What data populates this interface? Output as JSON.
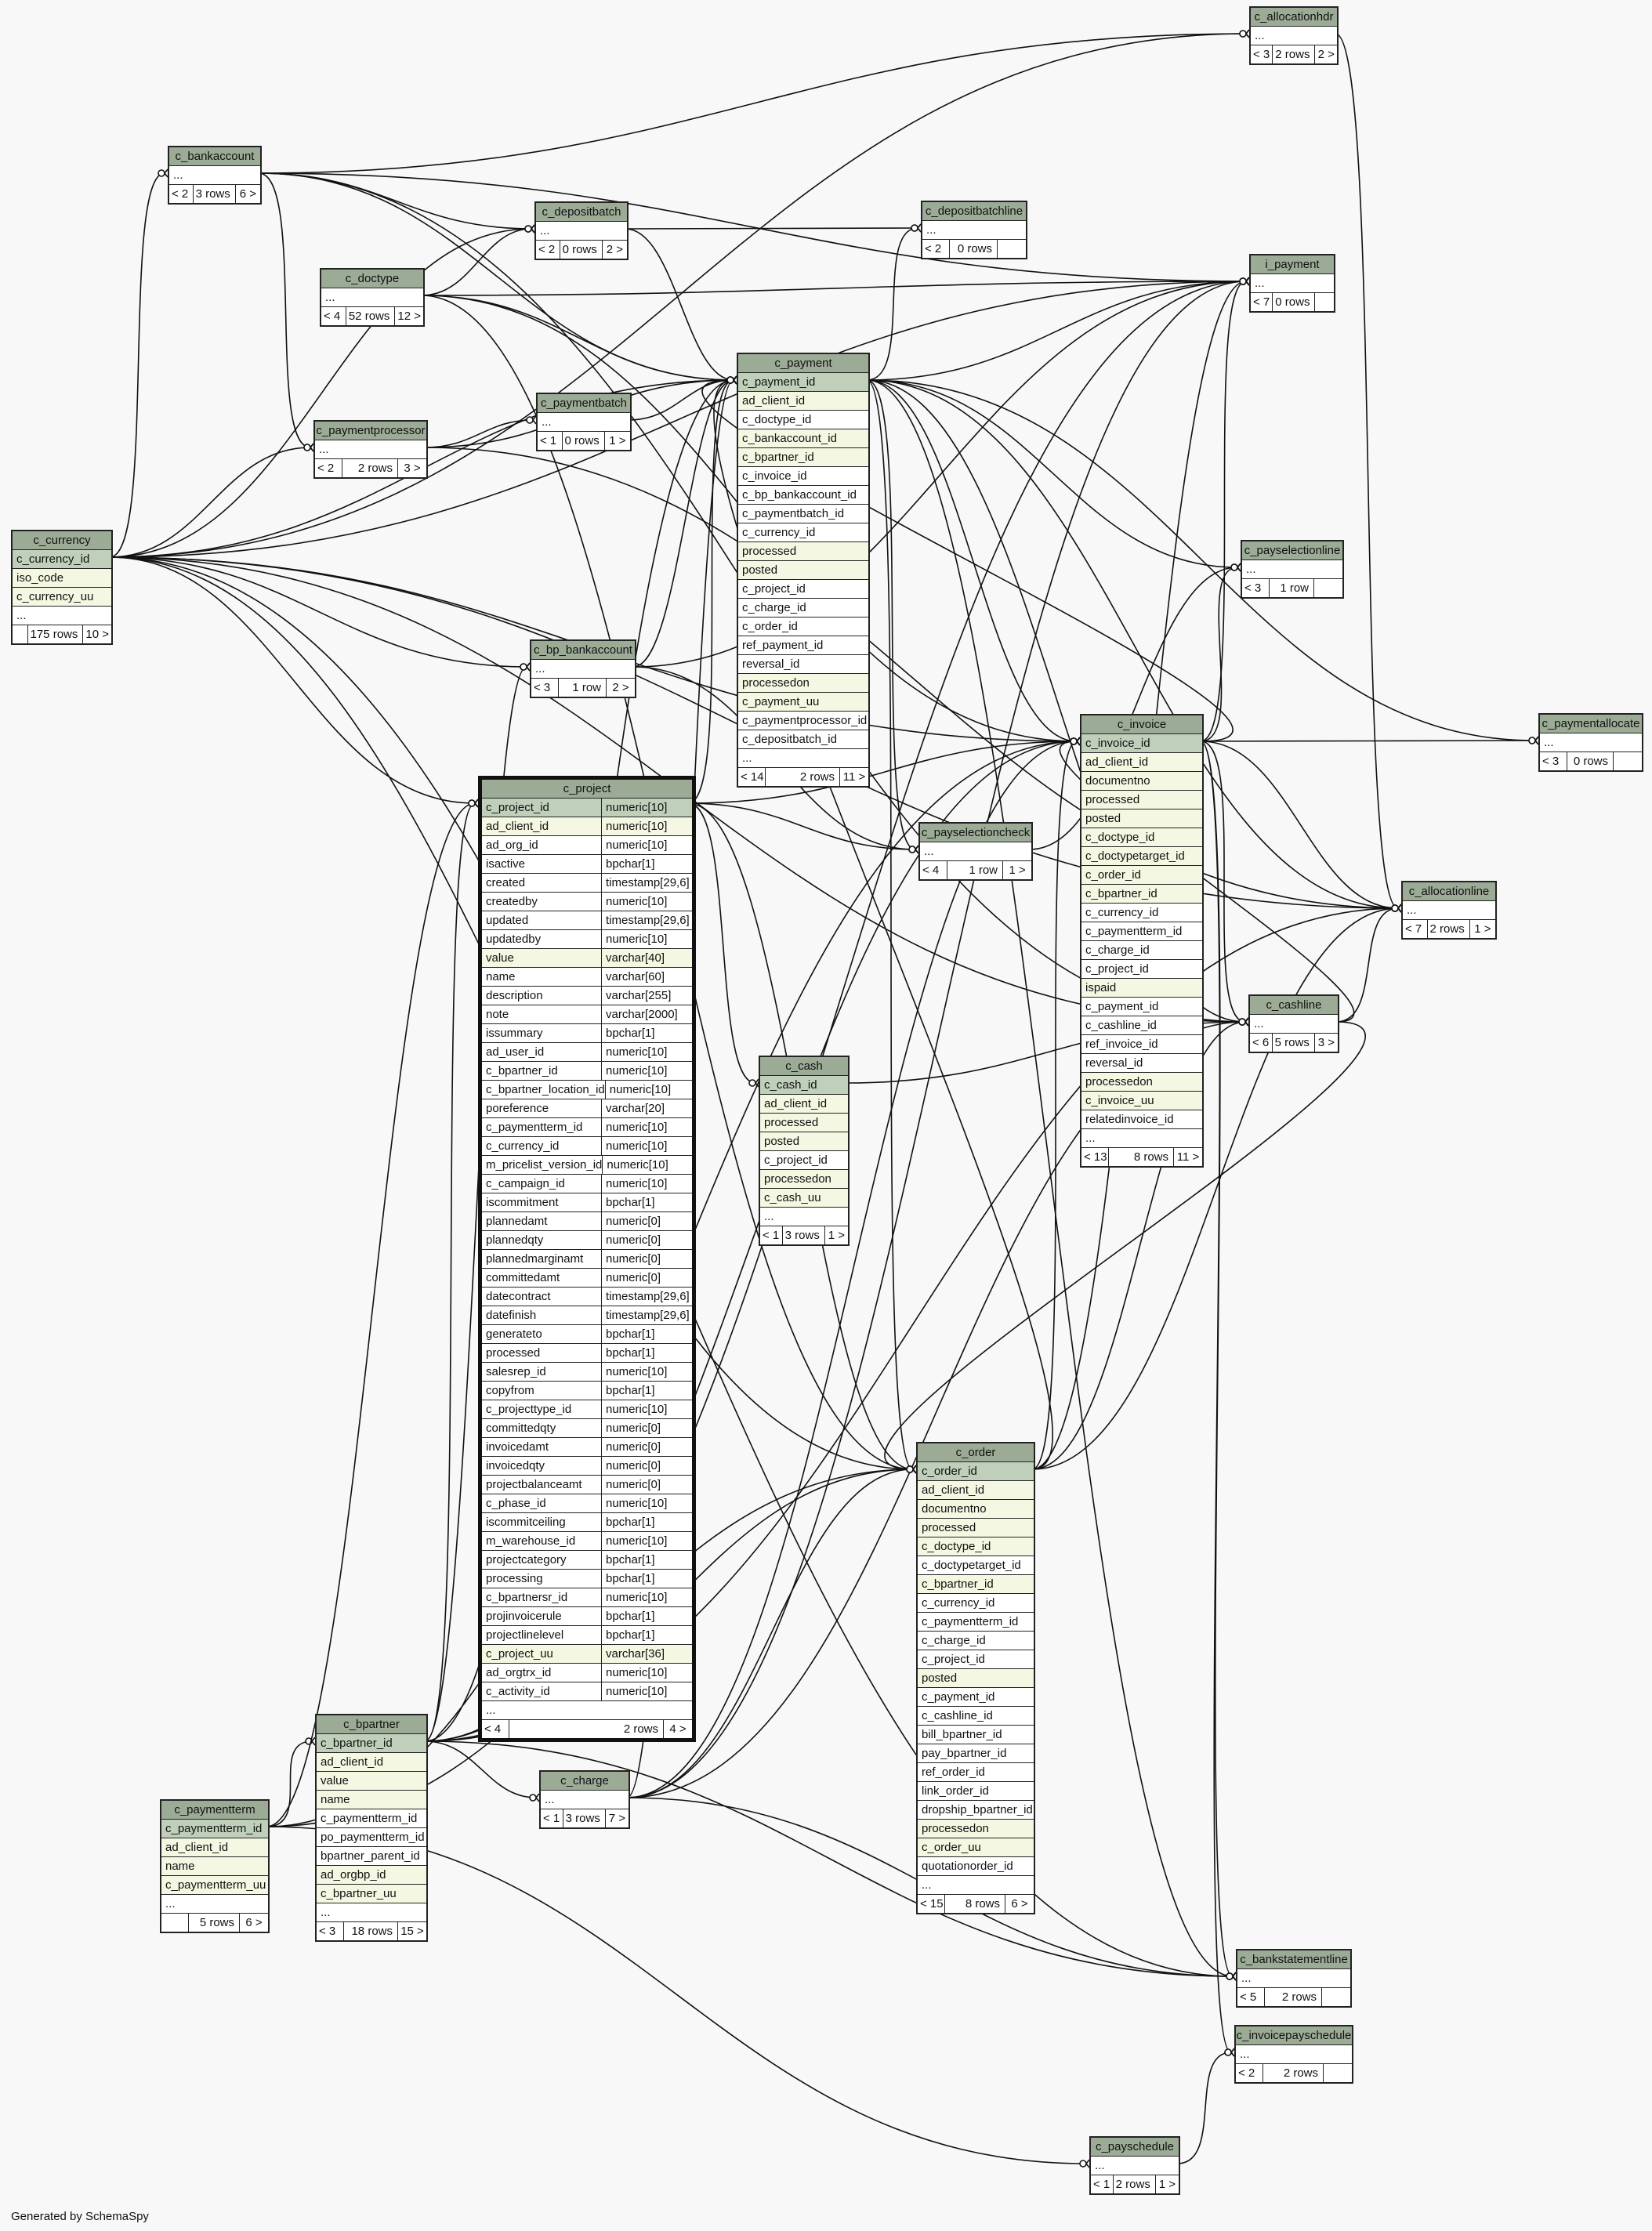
{
  "footer": "Generated by SchemaSpy",
  "tables": [
    {
      "id": "c_allocationhdr",
      "name": "c_allocationhdr",
      "columns": [],
      "footer": [
        "< 3",
        "2 rows",
        "2 >"
      ]
    },
    {
      "id": "c_bankaccount",
      "name": "c_bankaccount",
      "columns": [],
      "footer": [
        "< 2",
        "3 rows",
        "6 >"
      ]
    },
    {
      "id": "c_depositbatch",
      "name": "c_depositbatch",
      "columns": [],
      "footer": [
        "< 2",
        "0 rows",
        "2 >"
      ]
    },
    {
      "id": "c_depositbatchline",
      "name": "c_depositbatchline",
      "columns": [],
      "footer": [
        "< 2",
        "0 rows",
        ""
      ]
    },
    {
      "id": "i_payment",
      "name": "i_payment",
      "columns": [],
      "footer": [
        "< 7",
        "0 rows",
        ""
      ]
    },
    {
      "id": "c_doctype",
      "name": "c_doctype",
      "columns": [],
      "footer": [
        "< 4",
        "52 rows",
        "12 >"
      ]
    },
    {
      "id": "c_payment",
      "name": "c_payment",
      "columns": [
        {
          "name": "c_payment_id",
          "kind": "pk"
        },
        {
          "name": "ad_client_id",
          "kind": "idx"
        },
        {
          "name": "c_doctype_id",
          "kind": "plain"
        },
        {
          "name": "c_bankaccount_id",
          "kind": "idx"
        },
        {
          "name": "c_bpartner_id",
          "kind": "idx"
        },
        {
          "name": "c_invoice_id",
          "kind": "plain"
        },
        {
          "name": "c_bp_bankaccount_id",
          "kind": "plain"
        },
        {
          "name": "c_paymentbatch_id",
          "kind": "plain"
        },
        {
          "name": "c_currency_id",
          "kind": "plain"
        },
        {
          "name": "processed",
          "kind": "idx"
        },
        {
          "name": "posted",
          "kind": "idx"
        },
        {
          "name": "c_project_id",
          "kind": "plain"
        },
        {
          "name": "c_charge_id",
          "kind": "plain"
        },
        {
          "name": "c_order_id",
          "kind": "plain"
        },
        {
          "name": "ref_payment_id",
          "kind": "plain"
        },
        {
          "name": "reversal_id",
          "kind": "plain"
        },
        {
          "name": "processedon",
          "kind": "idx"
        },
        {
          "name": "c_payment_uu",
          "kind": "idx"
        },
        {
          "name": "c_paymentprocessor_id",
          "kind": "plain"
        },
        {
          "name": "c_depositbatch_id",
          "kind": "plain"
        }
      ],
      "footer": [
        "< 14",
        "2 rows",
        "11 >"
      ]
    },
    {
      "id": "c_paymentbatch",
      "name": "c_paymentbatch",
      "columns": [],
      "footer": [
        "< 1",
        "0 rows",
        "1 >"
      ]
    },
    {
      "id": "c_paymentprocessor",
      "name": "c_paymentprocessor",
      "columns": [],
      "footer": [
        "< 2",
        "2 rows",
        "3 >"
      ]
    },
    {
      "id": "c_currency",
      "name": "c_currency",
      "columns": [
        {
          "name": "c_currency_id",
          "kind": "pk"
        },
        {
          "name": "iso_code",
          "kind": "idx"
        },
        {
          "name": "c_currency_uu",
          "kind": "idx"
        }
      ],
      "footer": [
        "",
        "175 rows",
        "10 >"
      ]
    },
    {
      "id": "c_payselectionline",
      "name": "c_payselectionline",
      "columns": [],
      "footer": [
        "< 3",
        "1 row",
        ""
      ]
    },
    {
      "id": "c_paymentallocate",
      "name": "c_paymentallocate",
      "columns": [],
      "footer": [
        "< 3",
        "0 rows",
        ""
      ]
    },
    {
      "id": "c_bp_bankaccount",
      "name": "c_bp_bankaccount",
      "columns": [],
      "footer": [
        "< 3",
        "1 row",
        "2 >"
      ]
    },
    {
      "id": "c_invoice",
      "name": "c_invoice",
      "columns": [
        {
          "name": "c_invoice_id",
          "kind": "pk"
        },
        {
          "name": "ad_client_id",
          "kind": "idx"
        },
        {
          "name": "documentno",
          "kind": "idx"
        },
        {
          "name": "processed",
          "kind": "idx"
        },
        {
          "name": "posted",
          "kind": "idx"
        },
        {
          "name": "c_doctype_id",
          "kind": "idx"
        },
        {
          "name": "c_doctypetarget_id",
          "kind": "idx"
        },
        {
          "name": "c_order_id",
          "kind": "idx"
        },
        {
          "name": "c_bpartner_id",
          "kind": "idx"
        },
        {
          "name": "c_currency_id",
          "kind": "plain"
        },
        {
          "name": "c_paymentterm_id",
          "kind": "plain"
        },
        {
          "name": "c_charge_id",
          "kind": "plain"
        },
        {
          "name": "c_project_id",
          "kind": "plain"
        },
        {
          "name": "ispaid",
          "kind": "idx"
        },
        {
          "name": "c_payment_id",
          "kind": "plain"
        },
        {
          "name": "c_cashline_id",
          "kind": "plain"
        },
        {
          "name": "ref_invoice_id",
          "kind": "plain"
        },
        {
          "name": "reversal_id",
          "kind": "plain"
        },
        {
          "name": "processedon",
          "kind": "idx"
        },
        {
          "name": "c_invoice_uu",
          "kind": "idx"
        },
        {
          "name": "relatedinvoice_id",
          "kind": "plain"
        }
      ],
      "footer": [
        "< 13",
        "8 rows",
        "11 >"
      ]
    },
    {
      "id": "c_project",
      "name": "c_project",
      "columns": [
        {
          "name": "c_project_id",
          "type": "numeric[10]",
          "kind": "pk"
        },
        {
          "name": "ad_client_id",
          "type": "numeric[10]",
          "kind": "idx"
        },
        {
          "name": "ad_org_id",
          "type": "numeric[10]",
          "kind": "plain"
        },
        {
          "name": "isactive",
          "type": "bpchar[1]",
          "kind": "plain"
        },
        {
          "name": "created",
          "type": "timestamp[29,6]",
          "kind": "plain"
        },
        {
          "name": "createdby",
          "type": "numeric[10]",
          "kind": "plain"
        },
        {
          "name": "updated",
          "type": "timestamp[29,6]",
          "kind": "plain"
        },
        {
          "name": "updatedby",
          "type": "numeric[10]",
          "kind": "plain"
        },
        {
          "name": "value",
          "type": "varchar[40]",
          "kind": "idx"
        },
        {
          "name": "name",
          "type": "varchar[60]",
          "kind": "plain"
        },
        {
          "name": "description",
          "type": "varchar[255]",
          "kind": "plain"
        },
        {
          "name": "note",
          "type": "varchar[2000]",
          "kind": "plain"
        },
        {
          "name": "issummary",
          "type": "bpchar[1]",
          "kind": "plain"
        },
        {
          "name": "ad_user_id",
          "type": "numeric[10]",
          "kind": "plain"
        },
        {
          "name": "c_bpartner_id",
          "type": "numeric[10]",
          "kind": "plain"
        },
        {
          "name": "c_bpartner_location_id",
          "type": "numeric[10]",
          "kind": "plain"
        },
        {
          "name": "poreference",
          "type": "varchar[20]",
          "kind": "plain"
        },
        {
          "name": "c_paymentterm_id",
          "type": "numeric[10]",
          "kind": "plain"
        },
        {
          "name": "c_currency_id",
          "type": "numeric[10]",
          "kind": "plain"
        },
        {
          "name": "m_pricelist_version_id",
          "type": "numeric[10]",
          "kind": "plain"
        },
        {
          "name": "c_campaign_id",
          "type": "numeric[10]",
          "kind": "plain"
        },
        {
          "name": "iscommitment",
          "type": "bpchar[1]",
          "kind": "plain"
        },
        {
          "name": "plannedamt",
          "type": "numeric[0]",
          "kind": "plain"
        },
        {
          "name": "plannedqty",
          "type": "numeric[0]",
          "kind": "plain"
        },
        {
          "name": "plannedmarginamt",
          "type": "numeric[0]",
          "kind": "plain"
        },
        {
          "name": "committedamt",
          "type": "numeric[0]",
          "kind": "plain"
        },
        {
          "name": "datecontract",
          "type": "timestamp[29,6]",
          "kind": "plain"
        },
        {
          "name": "datefinish",
          "type": "timestamp[29,6]",
          "kind": "plain"
        },
        {
          "name": "generateto",
          "type": "bpchar[1]",
          "kind": "plain"
        },
        {
          "name": "processed",
          "type": "bpchar[1]",
          "kind": "plain"
        },
        {
          "name": "salesrep_id",
          "type": "numeric[10]",
          "kind": "plain"
        },
        {
          "name": "copyfrom",
          "type": "bpchar[1]",
          "kind": "plain"
        },
        {
          "name": "c_projecttype_id",
          "type": "numeric[10]",
          "kind": "plain"
        },
        {
          "name": "committedqty",
          "type": "numeric[0]",
          "kind": "plain"
        },
        {
          "name": "invoicedamt",
          "type": "numeric[0]",
          "kind": "plain"
        },
        {
          "name": "invoicedqty",
          "type": "numeric[0]",
          "kind": "plain"
        },
        {
          "name": "projectbalanceamt",
          "type": "numeric[0]",
          "kind": "plain"
        },
        {
          "name": "c_phase_id",
          "type": "numeric[10]",
          "kind": "plain"
        },
        {
          "name": "iscommitceiling",
          "type": "bpchar[1]",
          "kind": "plain"
        },
        {
          "name": "m_warehouse_id",
          "type": "numeric[10]",
          "kind": "plain"
        },
        {
          "name": "projectcategory",
          "type": "bpchar[1]",
          "kind": "plain"
        },
        {
          "name": "processing",
          "type": "bpchar[1]",
          "kind": "plain"
        },
        {
          "name": "c_bpartnersr_id",
          "type": "numeric[10]",
          "kind": "plain"
        },
        {
          "name": "projinvoicerule",
          "type": "bpchar[1]",
          "kind": "plain"
        },
        {
          "name": "projectlinelevel",
          "type": "bpchar[1]",
          "kind": "plain"
        },
        {
          "name": "c_project_uu",
          "type": "varchar[36]",
          "kind": "idx"
        },
        {
          "name": "ad_orgtrx_id",
          "type": "numeric[10]",
          "kind": "plain"
        },
        {
          "name": "c_activity_id",
          "type": "numeric[10]",
          "kind": "plain"
        }
      ],
      "footer": [
        "< 4",
        "2 rows",
        "4 >"
      ]
    },
    {
      "id": "c_payselectioncheck",
      "name": "c_payselectioncheck",
      "columns": [],
      "footer": [
        "< 4",
        "1 row",
        "1 >"
      ]
    },
    {
      "id": "c_allocationline",
      "name": "c_allocationline",
      "columns": [],
      "footer": [
        "< 7",
        "2 rows",
        "1 >"
      ]
    },
    {
      "id": "c_cashline",
      "name": "c_cashline",
      "columns": [],
      "footer": [
        "< 6",
        "5 rows",
        "3 >"
      ]
    },
    {
      "id": "c_cash",
      "name": "c_cash",
      "columns": [
        {
          "name": "c_cash_id",
          "kind": "pk"
        },
        {
          "name": "ad_client_id",
          "kind": "idx"
        },
        {
          "name": "processed",
          "kind": "idx"
        },
        {
          "name": "posted",
          "kind": "idx"
        },
        {
          "name": "c_project_id",
          "kind": "plain"
        },
        {
          "name": "processedon",
          "kind": "idx"
        },
        {
          "name": "c_cash_uu",
          "kind": "idx"
        }
      ],
      "footer": [
        "< 1",
        "3 rows",
        "1 >"
      ]
    },
    {
      "id": "c_order",
      "name": "c_order",
      "columns": [
        {
          "name": "c_order_id",
          "kind": "pk"
        },
        {
          "name": "ad_client_id",
          "kind": "idx"
        },
        {
          "name": "documentno",
          "kind": "idx"
        },
        {
          "name": "processed",
          "kind": "idx"
        },
        {
          "name": "c_doctype_id",
          "kind": "idx"
        },
        {
          "name": "c_doctypetarget_id",
          "kind": "plain"
        },
        {
          "name": "c_bpartner_id",
          "kind": "idx"
        },
        {
          "name": "c_currency_id",
          "kind": "plain"
        },
        {
          "name": "c_paymentterm_id",
          "kind": "plain"
        },
        {
          "name": "c_charge_id",
          "kind": "plain"
        },
        {
          "name": "c_project_id",
          "kind": "plain"
        },
        {
          "name": "posted",
          "kind": "idx"
        },
        {
          "name": "c_payment_id",
          "kind": "plain"
        },
        {
          "name": "c_cashline_id",
          "kind": "plain"
        },
        {
          "name": "bill_bpartner_id",
          "kind": "plain"
        },
        {
          "name": "pay_bpartner_id",
          "kind": "plain"
        },
        {
          "name": "ref_order_id",
          "kind": "plain"
        },
        {
          "name": "link_order_id",
          "kind": "plain"
        },
        {
          "name": "dropship_bpartner_id",
          "kind": "plain"
        },
        {
          "name": "processedon",
          "kind": "idx"
        },
        {
          "name": "c_order_uu",
          "kind": "idx"
        },
        {
          "name": "quotationorder_id",
          "kind": "plain"
        }
      ],
      "footer": [
        "< 15",
        "8 rows",
        "6 >"
      ]
    },
    {
      "id": "c_bpartner",
      "name": "c_bpartner",
      "columns": [
        {
          "name": "c_bpartner_id",
          "kind": "pk"
        },
        {
          "name": "ad_client_id",
          "kind": "idx"
        },
        {
          "name": "value",
          "kind": "idx"
        },
        {
          "name": "name",
          "kind": "idx"
        },
        {
          "name": "c_paymentterm_id",
          "kind": "plain"
        },
        {
          "name": "po_paymentterm_id",
          "kind": "plain"
        },
        {
          "name": "bpartner_parent_id",
          "kind": "plain"
        },
        {
          "name": "ad_orgbp_id",
          "kind": "idx"
        },
        {
          "name": "c_bpartner_uu",
          "kind": "idx"
        }
      ],
      "footer": [
        "< 3",
        "18 rows",
        "15 >"
      ]
    },
    {
      "id": "c_charge",
      "name": "c_charge",
      "columns": [],
      "footer": [
        "< 1",
        "3 rows",
        "7 >"
      ]
    },
    {
      "id": "c_paymentterm",
      "name": "c_paymentterm",
      "columns": [
        {
          "name": "c_paymentterm_id",
          "kind": "pk"
        },
        {
          "name": "ad_client_id",
          "kind": "idx"
        },
        {
          "name": "name",
          "kind": "idx"
        },
        {
          "name": "c_paymentterm_uu",
          "kind": "idx"
        }
      ],
      "footer": [
        "",
        "5 rows",
        "6 >"
      ]
    },
    {
      "id": "c_bankstatementline",
      "name": "c_bankstatementline",
      "columns": [],
      "footer": [
        "< 5",
        "2 rows",
        ""
      ]
    },
    {
      "id": "c_invoicepayschedule",
      "name": "c_invoicepayschedule",
      "columns": [],
      "footer": [
        "< 2",
        "2 rows",
        ""
      ]
    },
    {
      "id": "c_payschedule",
      "name": "c_payschedule",
      "columns": [],
      "footer": [
        "< 1",
        "2 rows",
        "1 >"
      ]
    }
  ]
}
